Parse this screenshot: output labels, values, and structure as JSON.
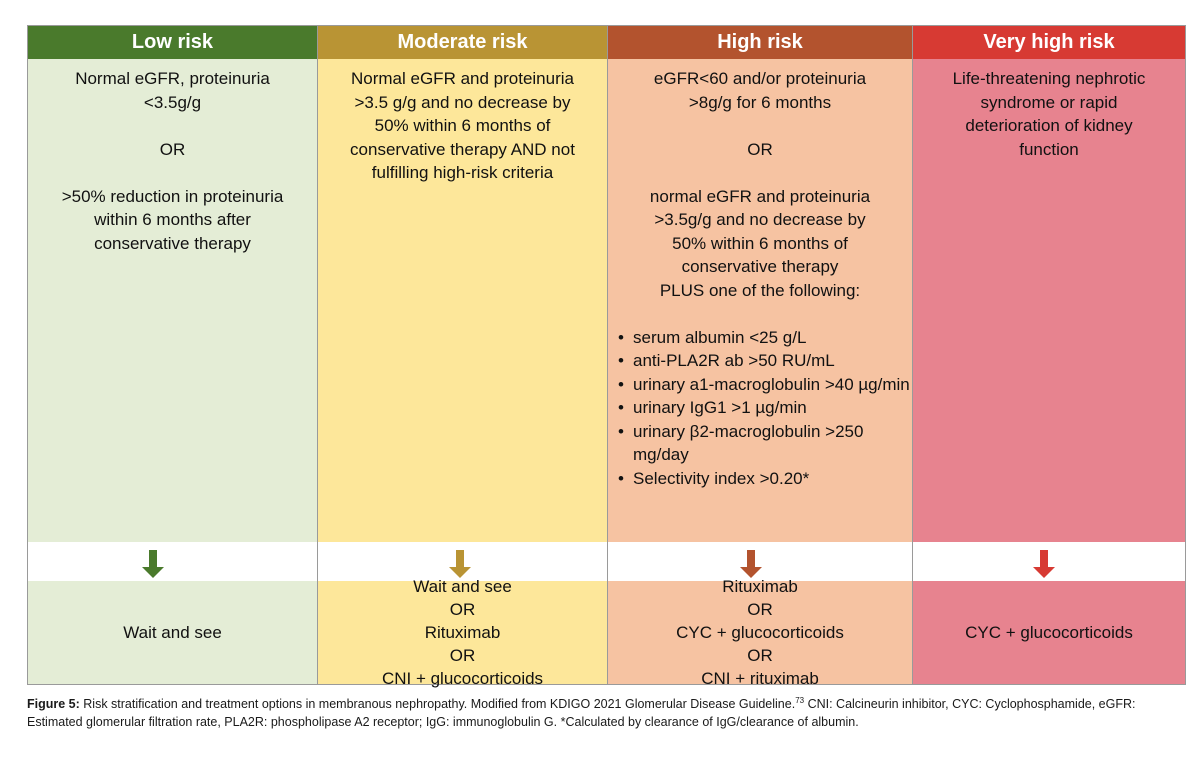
{
  "columns": [
    {
      "header": "Low risk",
      "criteria": [
        "Normal eGFR, proteinuria",
        "<3.5g/g",
        "",
        "OR",
        "",
        ">50% reduction in proteinuria",
        "within 6 months after",
        "conservative therapy"
      ],
      "treatment": [
        "Wait and see"
      ],
      "color": "#4a7a2c"
    },
    {
      "header": "Moderate risk",
      "criteria": [
        "Normal eGFR and proteinuria",
        ">3.5 g/g and no decrease by",
        "50% within 6 months of",
        "conservative therapy AND not",
        "fulfilling high-risk criteria"
      ],
      "treatment": [
        "Wait and see",
        "OR",
        "Rituximab",
        "OR",
        "CNI + glucocorticoids"
      ],
      "color": "#b99434"
    },
    {
      "header": "High risk",
      "criteria": [
        "eGFR<60 and/or proteinuria",
        ">8g/g for 6 months",
        "",
        "OR",
        "",
        "normal eGFR and proteinuria",
        ">3.5g/g and no decrease by",
        "50% within 6 months of",
        "conservative therapy",
        "PLUS one of the following:",
        ""
      ],
      "bullets": [
        "serum albumin <25 g/L",
        "anti-PLA2R ab >50 RU/mL",
        "urinary a1-macroglobulin >40 µg/min",
        "urinary IgG1 >1 µg/min",
        "urinary β2-macroglobulin >250 mg/day",
        "Selectivity index >0.20*"
      ],
      "treatment": [
        "Rituximab",
        "OR",
        "CYC + glucocorticoids",
        "OR",
        "CNI + rituximab"
      ],
      "color": "#b3532e"
    },
    {
      "header": "Very high risk",
      "criteria": [
        "Life-threatening nephrotic",
        "syndrome or rapid",
        "deterioration of kidney",
        "function"
      ],
      "treatment": [
        "CYC + glucocorticoids"
      ],
      "color": "#d73a33"
    }
  ],
  "caption": {
    "label": "Figure 5:",
    "text1": " Risk stratification and treatment options in membranous nephropathy. Modified from KDIGO 2021 Glomerular Disease Guideline.",
    "ref": "73",
    "text2": " CNI: Calcineurin inhibitor, CYC: Cyclophosphamide, eGFR: Estimated glomerular filtration rate, PLA2R: phospholipase A2 receptor; IgG: immunoglobulin G. *Calculated by clearance of IgG/clearance of albumin."
  }
}
